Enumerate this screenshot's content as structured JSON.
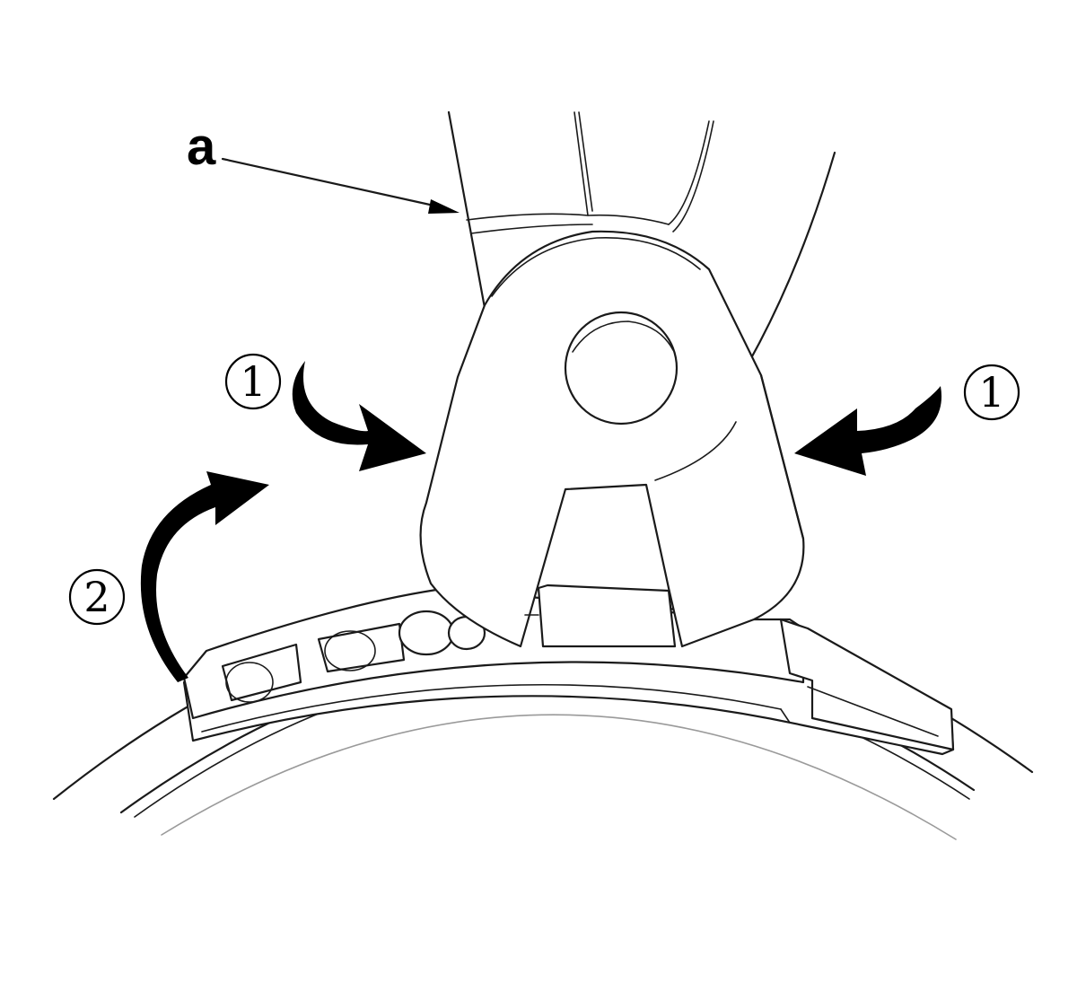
{
  "diagram": {
    "label_a": "a",
    "callouts": [
      {
        "id": "1",
        "text": "1"
      },
      {
        "id": "1",
        "text": "1"
      },
      {
        "id": "2",
        "text": "2"
      }
    ]
  },
  "colors": {
    "line": "#1a1a1a",
    "background": "#ffffff",
    "arrow": "#000000"
  }
}
